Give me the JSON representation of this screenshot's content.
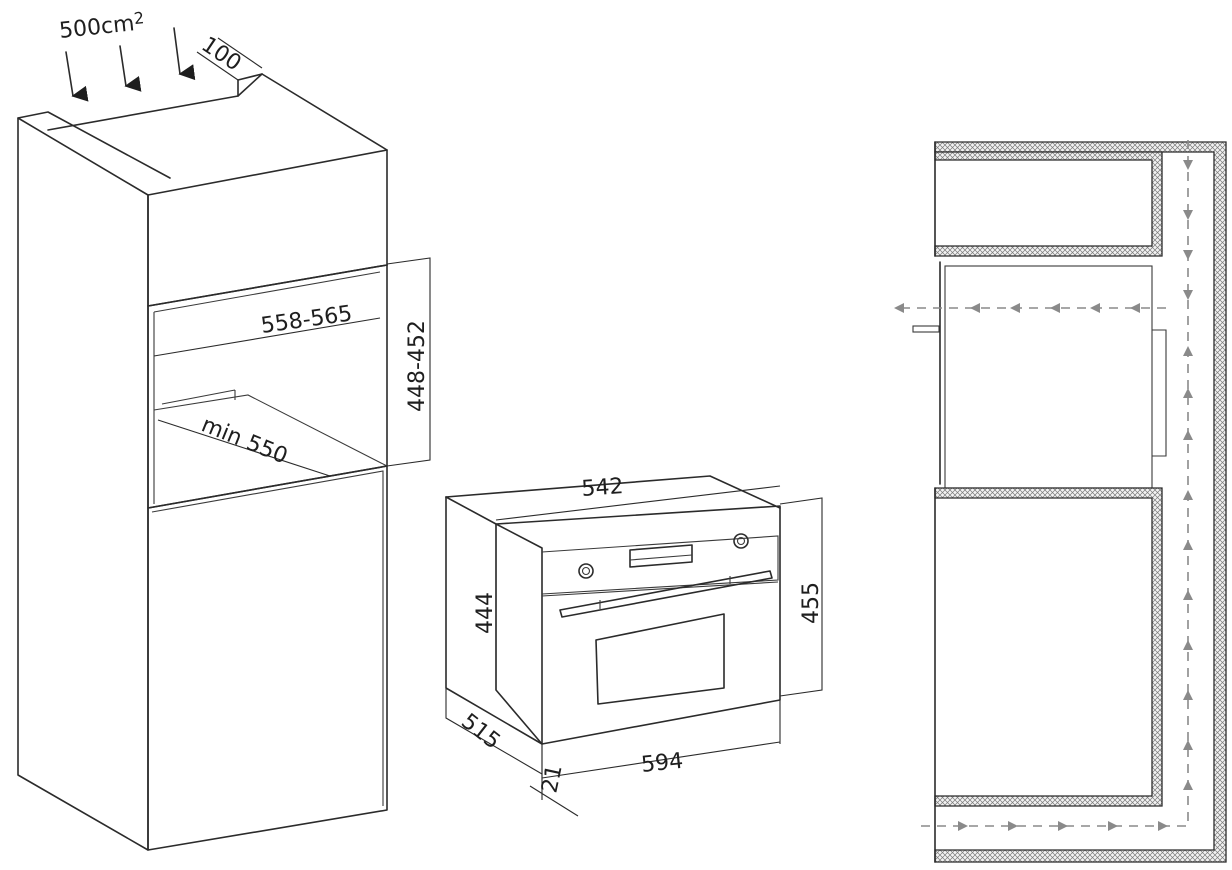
{
  "labels": {
    "vent_area": "500cm",
    "vent_area_sup": "2",
    "gap_top": "100",
    "niche_width": "558-565",
    "niche_height": "448-452",
    "niche_depth": "min 550",
    "oven_top_width": "542",
    "oven_body_height": "444",
    "oven_front_height": "455",
    "oven_depth": "515",
    "oven_front_width": "594",
    "front_thickness": "21"
  },
  "colors": {
    "line": "#2b2b2b",
    "airflow": "#8a8a8a",
    "background": "#ffffff"
  },
  "icons": [
    "down-arrow-icon",
    "airflow-arrow-icon"
  ]
}
